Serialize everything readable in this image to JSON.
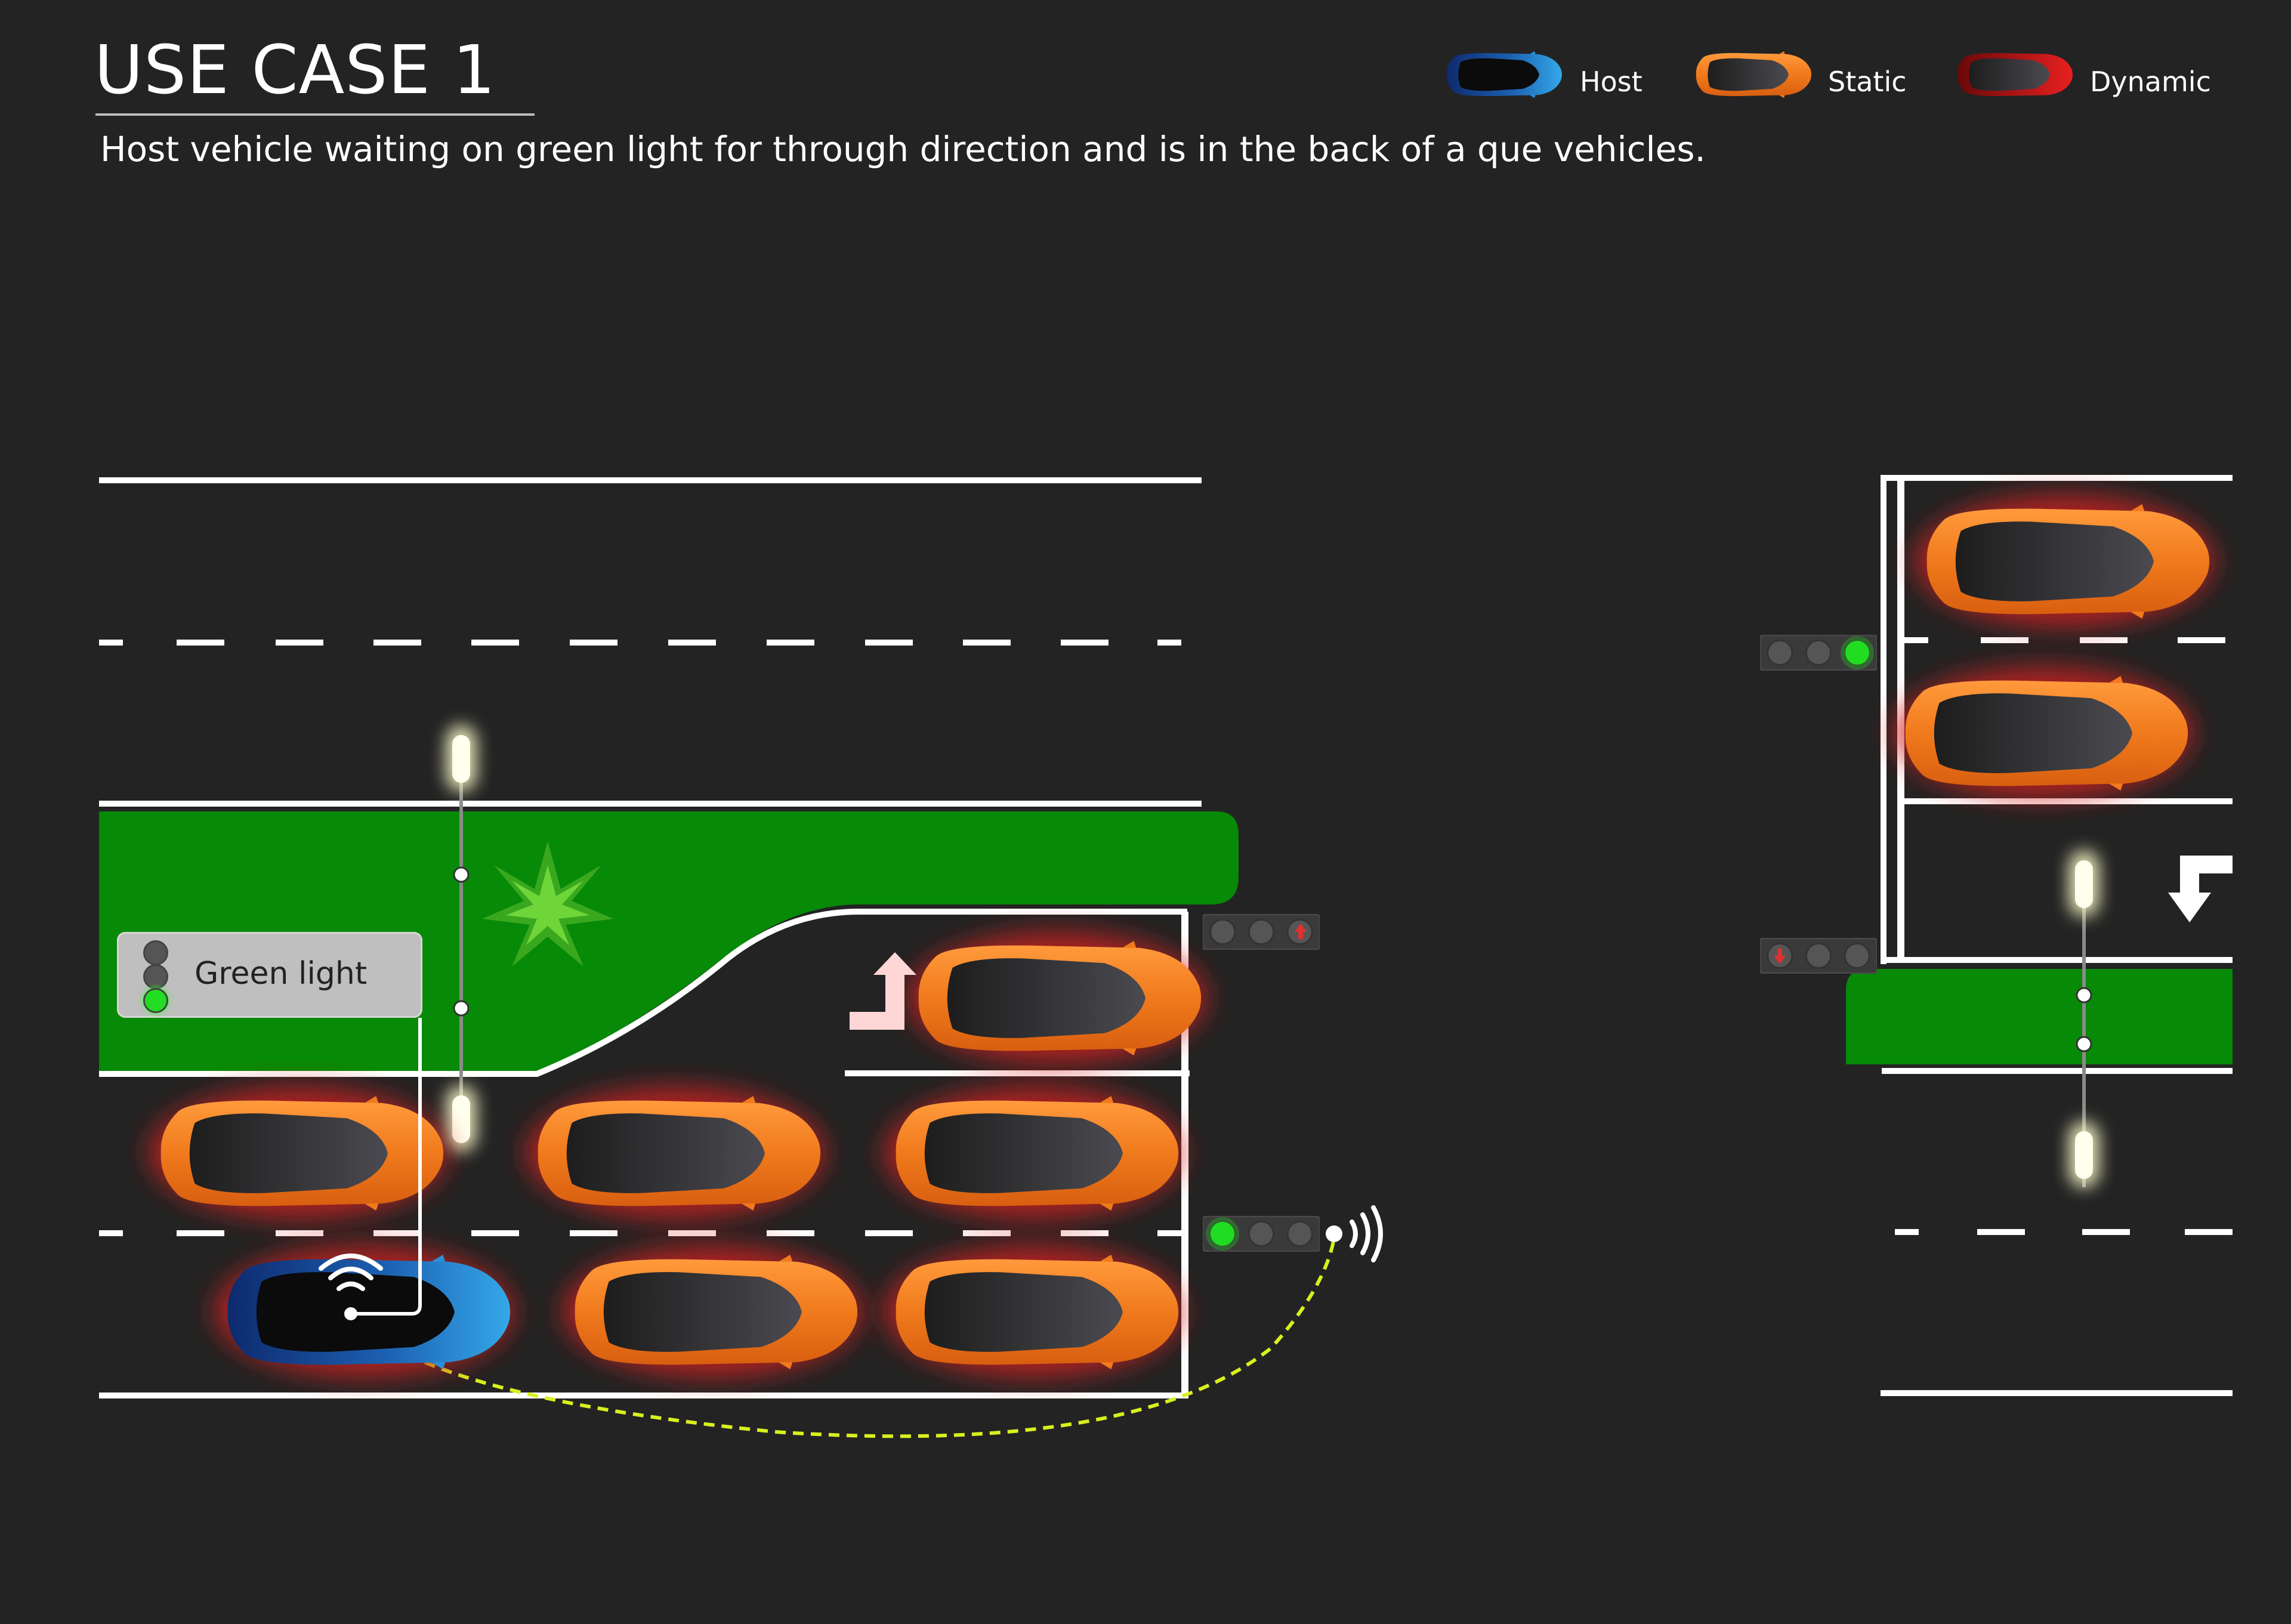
{
  "header": {
    "title": "USE CASE 1",
    "subtitle": "Host vehicle waiting on green light for through direction and is in the back of a que vehicles."
  },
  "legend": [
    {
      "label": "Host",
      "color": "#2a8fd6"
    },
    {
      "label": "Static",
      "color": "#f07a1c"
    },
    {
      "label": "Dynamic",
      "color": "#d42020"
    }
  ],
  "callout": {
    "text": "Green light",
    "active_light": "green"
  },
  "colors": {
    "background": "#232323",
    "median": "#078a07",
    "lane_marking": "#ffffff",
    "host_car": "#2a8fd6",
    "static_car": "#f07a1c",
    "dynamic_glow": "#d42020",
    "signal_green": "#22dd22",
    "signal_red": "#e03030",
    "communication_link": "#d8f01e"
  },
  "icons": {
    "host_signal": "wifi-icon",
    "infrastructure_signal": "broadcast-icon",
    "turn_arrows": [
      "turn-right-arrow-icon",
      "turn-left-arrow-icon"
    ]
  }
}
